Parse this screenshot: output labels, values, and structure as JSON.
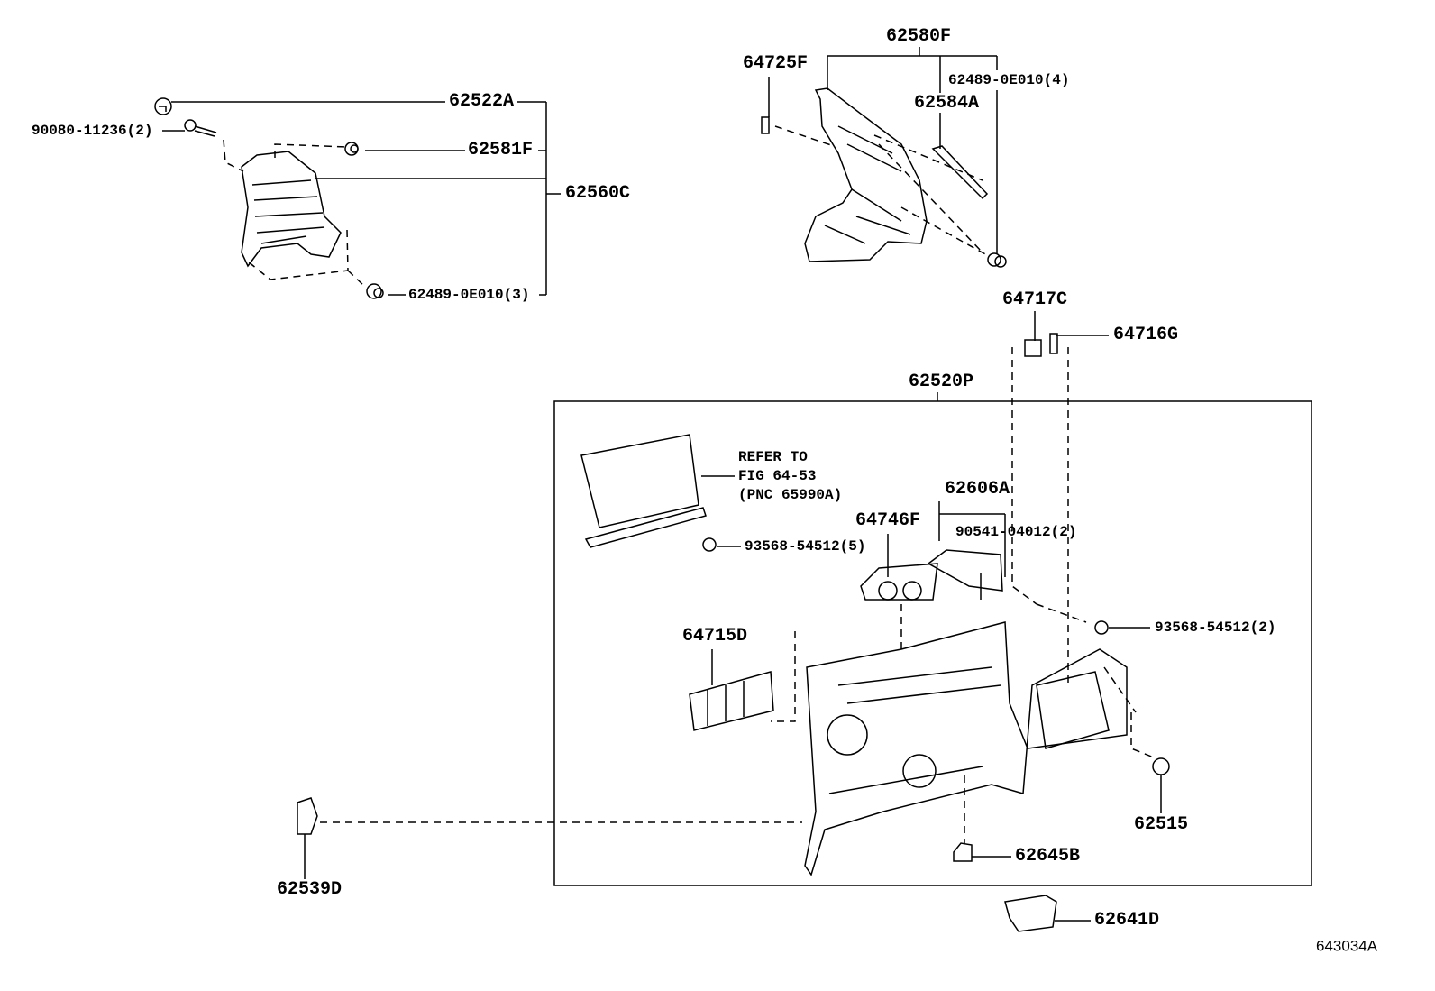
{
  "diagram": {
    "figure_code": "643034A",
    "parts": {
      "p62522A": "62522A",
      "p90080": "90080-11236(2)",
      "p62581F": "62581F",
      "p62560C": "62560C",
      "p62489_3": "62489-0E010(3)",
      "p62580F": "62580F",
      "p64725F": "64725F",
      "p62489_4": "62489-0E010(4)",
      "p62584A": "62584A",
      "p64717C": "64717C",
      "p64716G": "64716G",
      "p62520P": "62520P",
      "p62606A": "62606A",
      "p64746F": "64746F",
      "p90541": "90541-04012(2)",
      "p93568_5": "93568-54512(5)",
      "p93568_2": "93568-54512(2)",
      "p64715D": "64715D",
      "p62515": "62515",
      "p62539D": "62539D",
      "p62645B": "62645B",
      "p62641D": "62641D"
    },
    "note": {
      "line1": "REFER TO",
      "line2": "FIG 64-53",
      "line3": "(PNC 65990A)"
    }
  }
}
